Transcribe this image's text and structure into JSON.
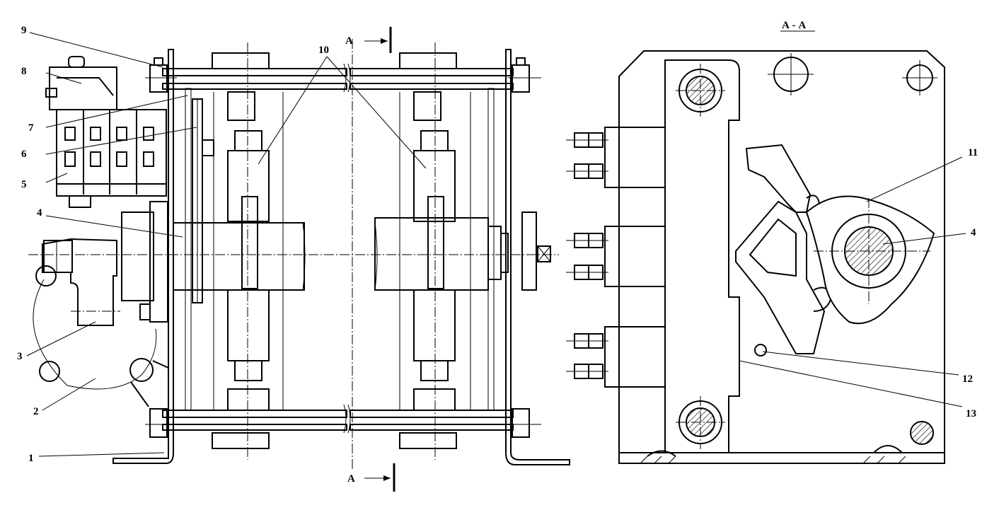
{
  "section_title": "А - А",
  "section_marks": [
    "А",
    "А"
  ],
  "leader_labels": [
    "1",
    "2",
    "3",
    "4",
    "5",
    "6",
    "7",
    "8",
    "9",
    "10",
    "11",
    "4",
    "12",
    "13"
  ]
}
